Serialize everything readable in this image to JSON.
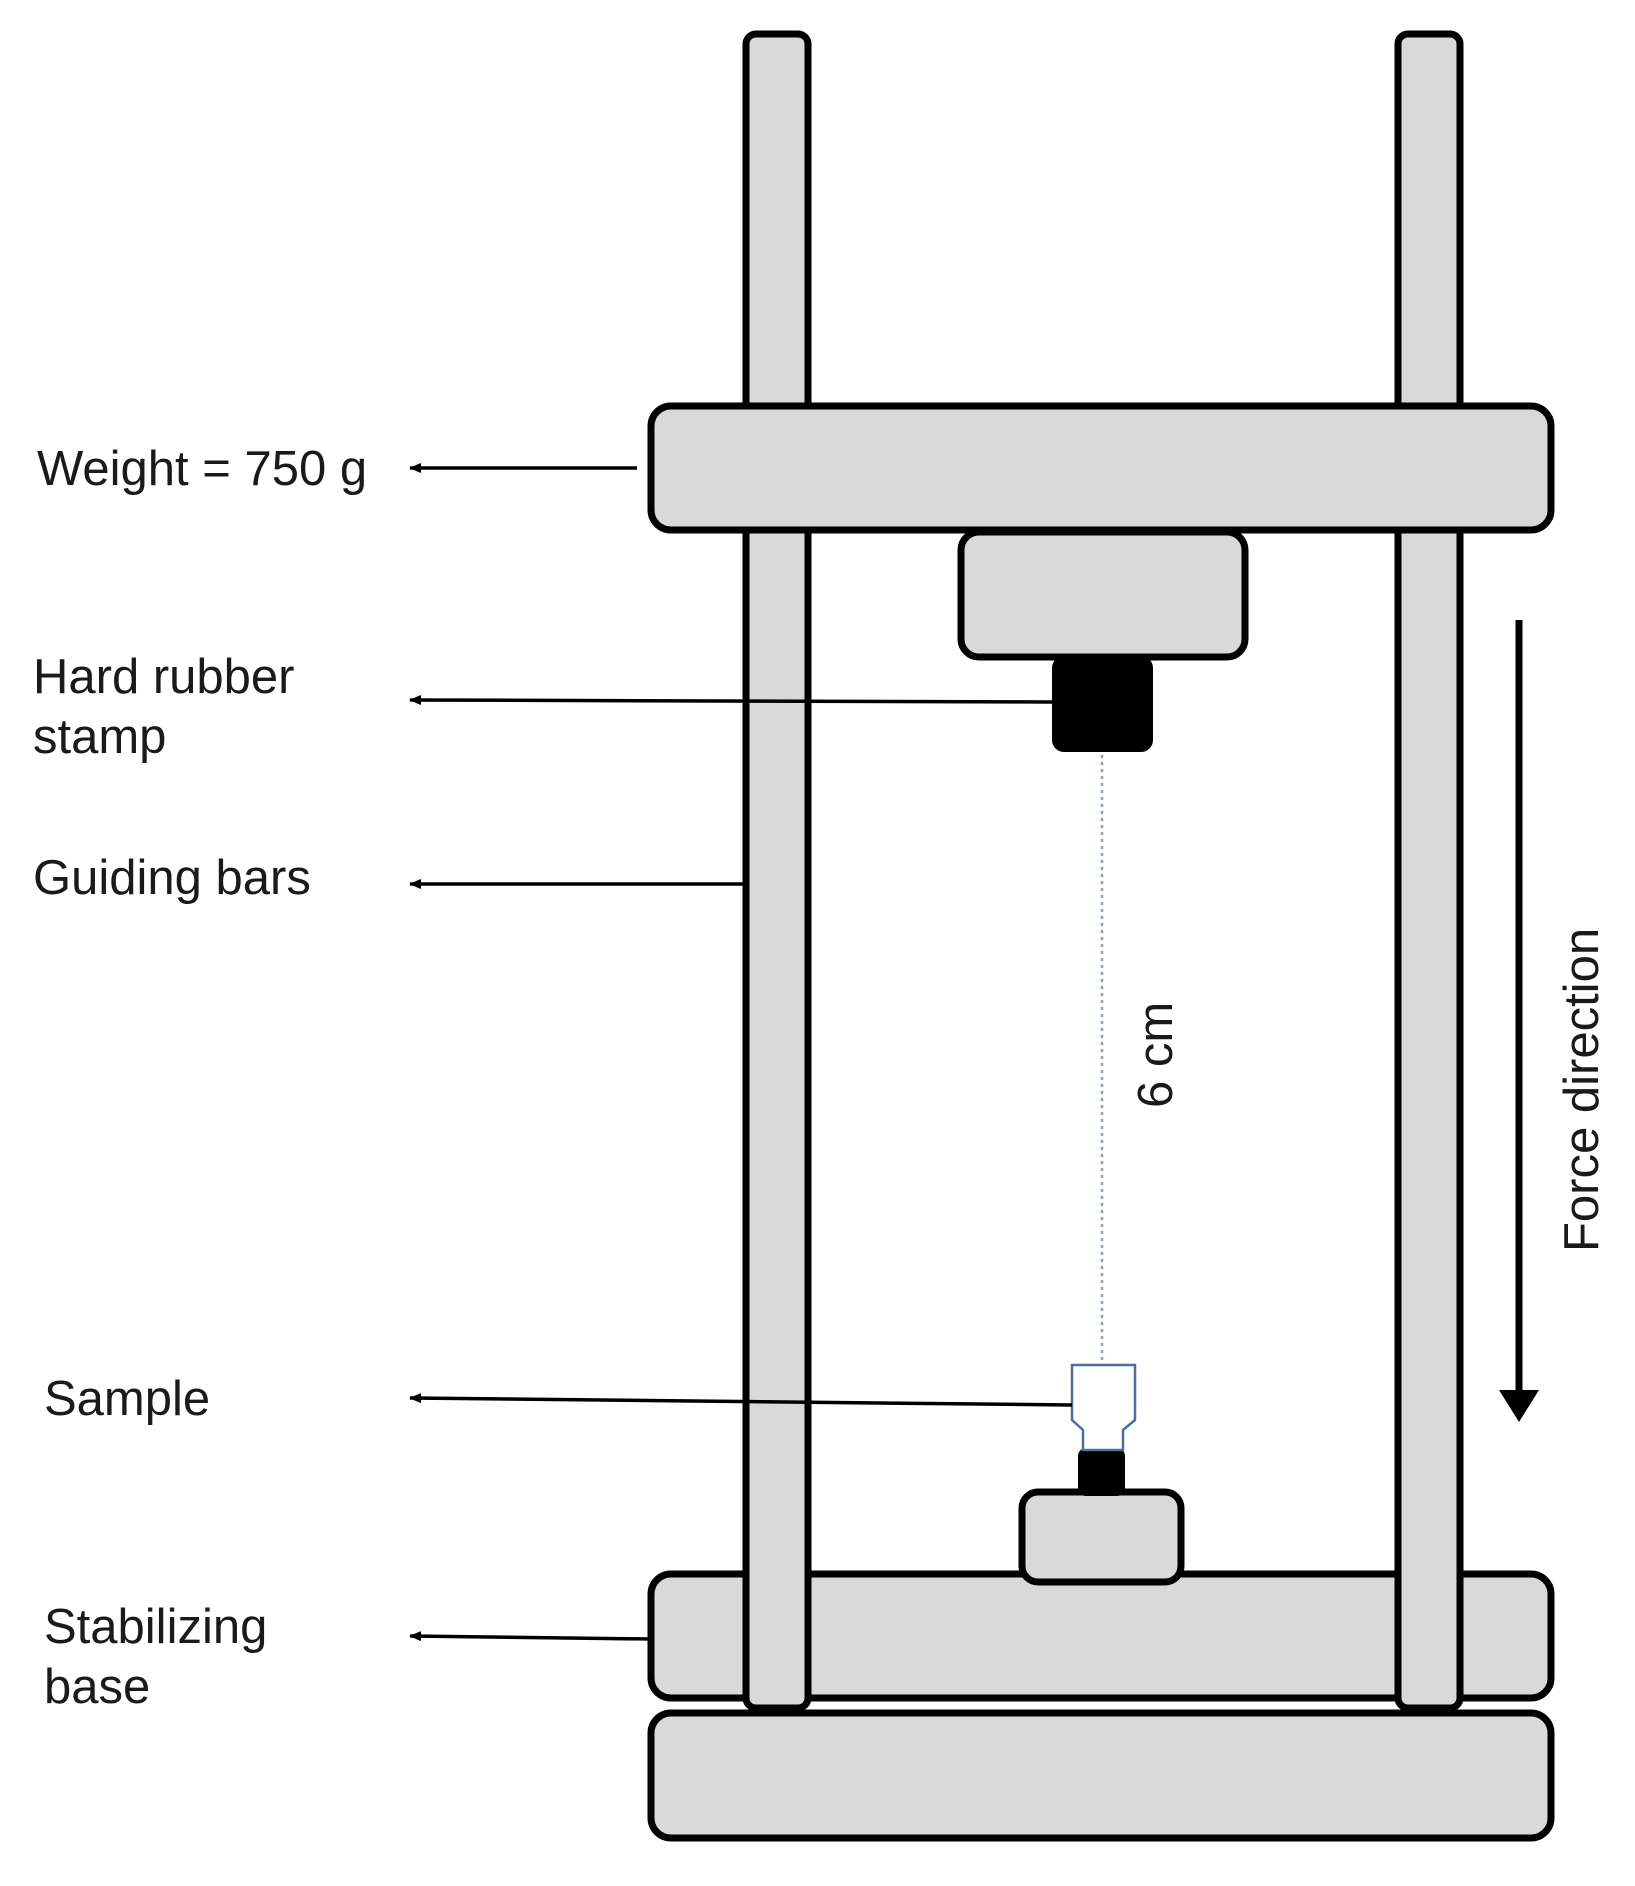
{
  "labels": {
    "weight": "Weight = 750 g",
    "stamp_line1": "Hard rubber",
    "stamp_line2": "stamp",
    "guiding_bars": "Guiding bars",
    "sample": "Sample",
    "base_line1": "Stabilizing",
    "base_line2": "base",
    "distance": "6 cm",
    "force_direction": "Force direction"
  },
  "colors": {
    "part_fill": "#d9d9d9",
    "stroke": "#000000",
    "stamp_fill": "#000000",
    "dotted_line": "#7fa7cc",
    "sample_outline": "#4a6fa5"
  }
}
